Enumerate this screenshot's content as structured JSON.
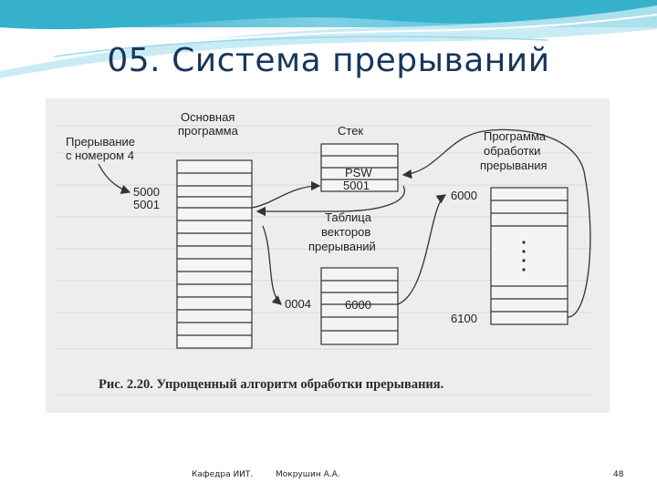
{
  "slide": {
    "title": "05. Система прерываний",
    "footer": {
      "department": "Кафедра ИИТ.",
      "author": "Мокрушин А.А.",
      "page": "48"
    }
  },
  "diagram": {
    "main_program_label_line1": "Основная",
    "main_program_label_line2": "программа",
    "interrupt_label_line1": "Прерывание",
    "interrupt_label_line2": "с номером 4",
    "addr_5000": "5000",
    "addr_5001": "5001",
    "stack_label": "Стек",
    "psw": "PSW",
    "stack_5001": "5001",
    "vector_table_line1": "Таблица",
    "vector_table_line2": "векторов",
    "vector_table_line3": "прерываний",
    "vector_index": "0004",
    "vector_value": "6000",
    "handler_label_line1": "Программа",
    "handler_label_line2": "обработки",
    "handler_label_line3": "прерывания",
    "handler_6000": "6000",
    "handler_6100": "6100",
    "caption": "Рис. 2.20. Упрощенный алгоритм обработки прерывания."
  },
  "colors": {
    "title": "#17365d",
    "band_dark": "#31b0c9",
    "band_light": "#bfe8f2"
  }
}
